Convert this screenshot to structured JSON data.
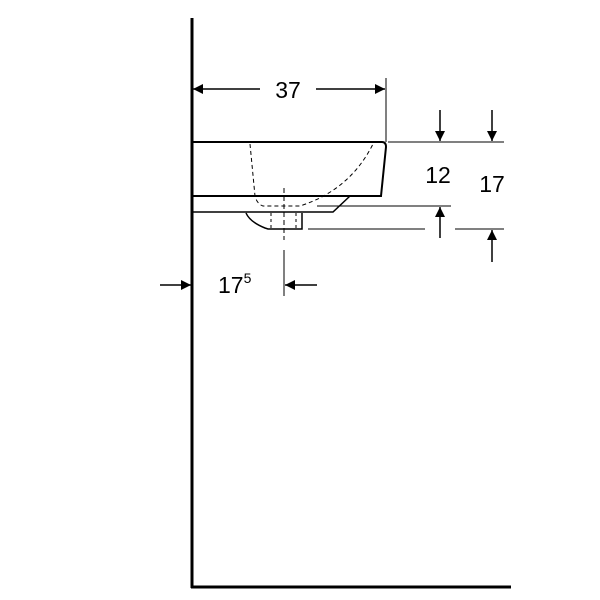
{
  "dimensions": {
    "width": "37",
    "basin_height": "12",
    "total_height": "17",
    "drain_offset_main": "17",
    "drain_offset_sup": "5"
  },
  "colors": {
    "line": "#000000",
    "background": "#ffffff"
  }
}
